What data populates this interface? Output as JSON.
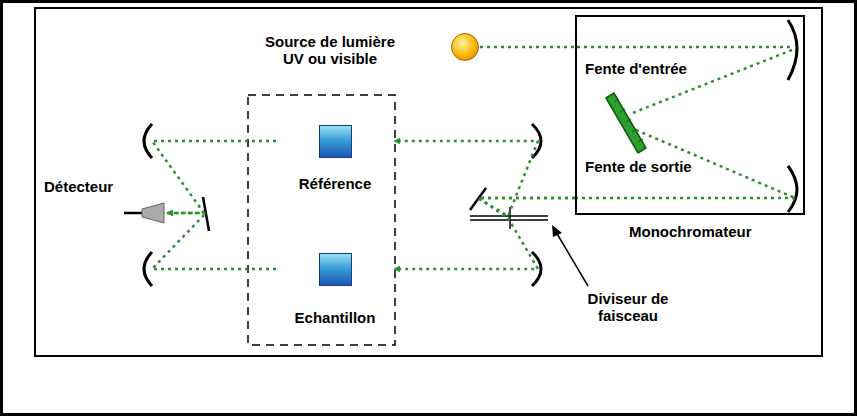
{
  "diagram": {
    "nodes": [
      {
        "text": [
          "Source de lumière UV ou visible"
        ]
      },
      {
        "text": [
          "Fente d'entrée",
          "Fente de sortie",
          "Monochromateur"
        ]
      },
      {
        "text": [
          "Référence"
        ]
      },
      {
        "text": [
          "Echantillon"
        ]
      },
      {
        "text": [
          "Détecteur"
        ]
      }
    ],
    "edges": [
      {
        "from": 0,
        "to": 1,
        "arrow": "none"
      },
      {
        "from": 1,
        "to": 2,
        "arrow": "to"
      },
      {
        "from": 1,
        "to": 3,
        "arrow": "to"
      },
      {
        "from": 2,
        "to": 4,
        "arrow": "to"
      },
      {
        "from": 3,
        "to": 4,
        "arrow": "to"
      }
    ],
    "labels": [
      "Diviseur de faisceau"
    ]
  }
}
